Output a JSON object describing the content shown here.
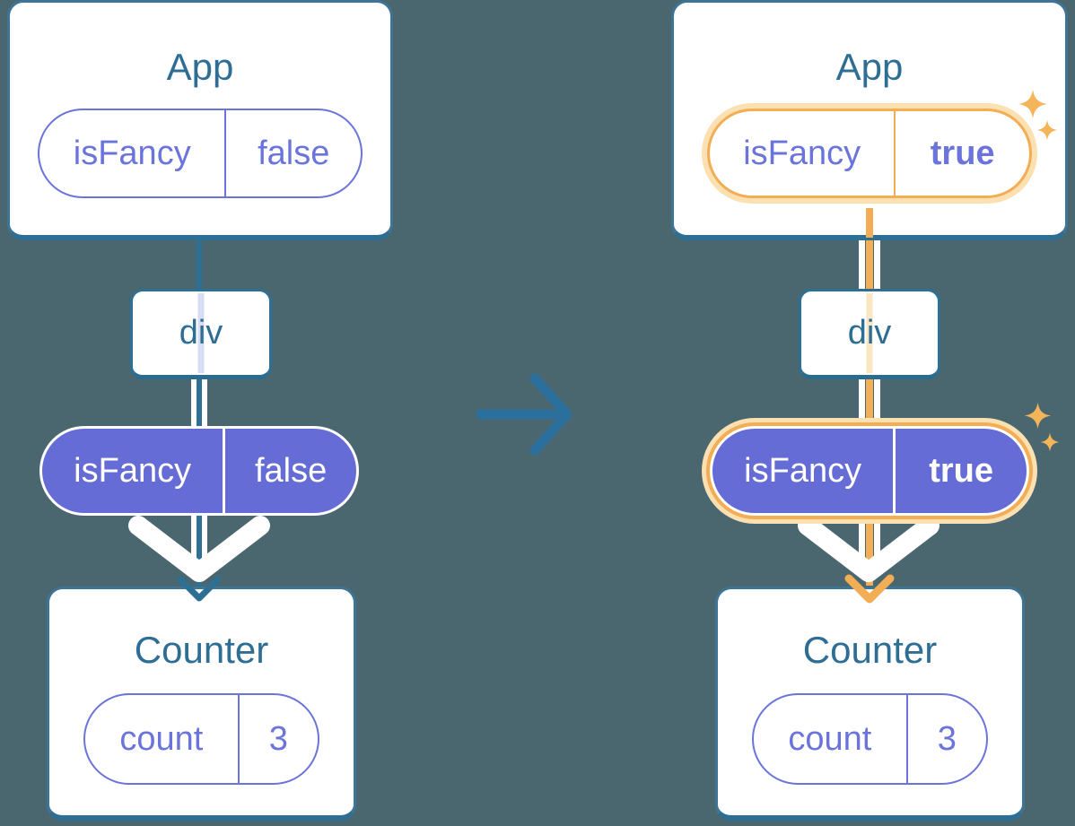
{
  "colors": {
    "background": "#4A6770",
    "card_border": "#2E7094",
    "heading_text": "#2F6E94",
    "pill_purple": "#6B74DB",
    "pill_fill_purple": "#666CD6",
    "highlight_orange": "#F3AD54",
    "highlight_peach": "#FBE0B2",
    "arrow_blue": "#2B6F9D",
    "arrow_white": "#FFFFFF"
  },
  "before": {
    "app": {
      "title": "App",
      "state_pill": {
        "name": "isFancy",
        "value": "false"
      }
    },
    "dom_node": {
      "label": "div"
    },
    "prop_pill": {
      "name": "isFancy",
      "value": "false"
    },
    "counter": {
      "title": "Counter",
      "state_pill": {
        "name": "count",
        "value": "3"
      }
    }
  },
  "after": {
    "app": {
      "title": "App",
      "state_pill": {
        "name": "isFancy",
        "value": "true"
      }
    },
    "dom_node": {
      "label": "div"
    },
    "prop_pill": {
      "name": "isFancy",
      "value": "true"
    },
    "counter": {
      "title": "Counter",
      "state_pill": {
        "name": "count",
        "value": "3"
      }
    }
  }
}
